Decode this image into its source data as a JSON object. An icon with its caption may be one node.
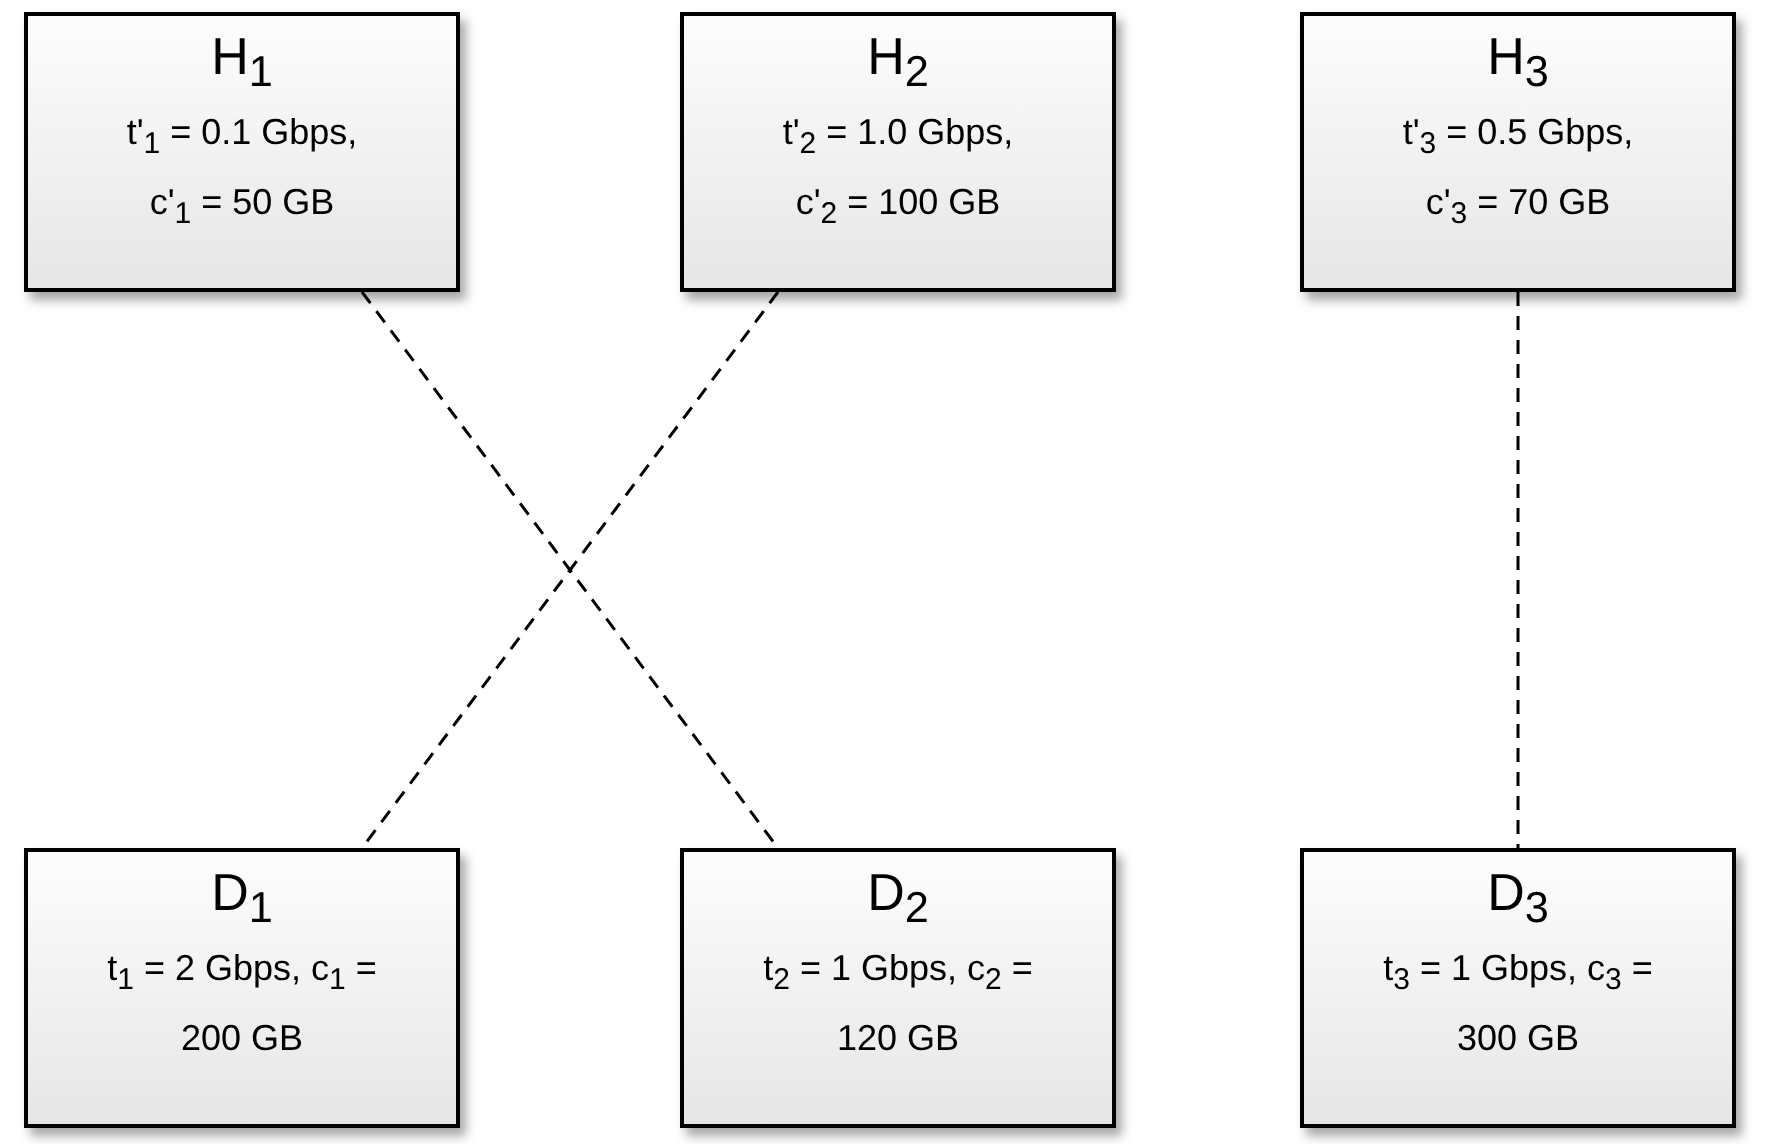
{
  "diagram": {
    "nodes": [
      {
        "text": [
          "H$_{1}$",
          "t'$_{1}$ = 0.1 Gbps, c'$_{1}$ = 50 GB"
        ]
      },
      {
        "text": [
          "H$_{2}$",
          "t'$_{2}$ = 1.0 Gbps, c'$_{2}$ = 100 GB"
        ]
      },
      {
        "text": [
          "H$_{3}$",
          "t'$_{3}$ = 0.5 Gbps, c'$_{3}$ = 70 GB"
        ]
      },
      {
        "text": [
          "D$_{1}$",
          "t$_{1}$ = 2 Gbps, c$_{1}$ = 200 GB"
        ]
      },
      {
        "text": [
          "D$_{2}$",
          "t$_{2}$ = 1 Gbps, c$_{2}$ = 120 GB"
        ]
      },
      {
        "text": [
          "D$_{3}$",
          "t$_{3}$ = 1 Gbps, c$_{3}$ = 300 GB"
        ]
      }
    ],
    "edges": [
      {
        "from": 0,
        "to": 4,
        "arrow": "none",
        "style": "dashed"
      },
      {
        "from": 1,
        "to": 3,
        "arrow": "none",
        "style": "dashed"
      },
      {
        "from": 2,
        "to": 5,
        "arrow": "none",
        "style": "dashed"
      }
    ]
  }
}
